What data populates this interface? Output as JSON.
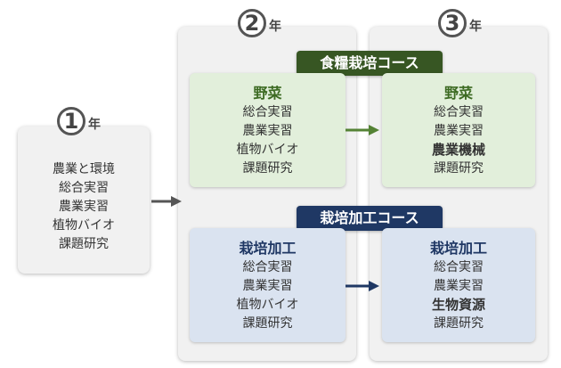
{
  "years": {
    "y1": {
      "number": "1",
      "suffix": "年"
    },
    "y2": {
      "number": "2",
      "suffix": "年"
    },
    "y3": {
      "number": "3",
      "suffix": "年"
    }
  },
  "year1_subjects": [
    "農業と環境",
    "総合実習",
    "農業実習",
    "植物バイオ",
    "課題研究"
  ],
  "courses": {
    "food": {
      "banner": "食糧栽培コース",
      "color": "#375623",
      "year2": {
        "title": "野菜",
        "items": [
          "総合実習",
          "農業実習",
          "植物バイオ",
          "課題研究"
        ]
      },
      "year3": {
        "title": "野菜",
        "items": [
          "総合実習",
          "農業実習"
        ],
        "emphasis": "農業機械",
        "last": "課題研究"
      }
    },
    "processing": {
      "banner": "栽培加工コース",
      "color": "#1f3864",
      "year2": {
        "title": "栽培加工",
        "items": [
          "総合実習",
          "農業実習",
          "植物バイオ",
          "課題研究"
        ]
      },
      "year3": {
        "title": "栽培加工",
        "items": [
          "総合実習",
          "農業実習"
        ],
        "emphasis": "生物資源",
        "last": "課題研究"
      }
    }
  },
  "arrow_colors": {
    "y1_to_y2": "#555555",
    "food": "#548235",
    "processing": "#1f3864"
  }
}
